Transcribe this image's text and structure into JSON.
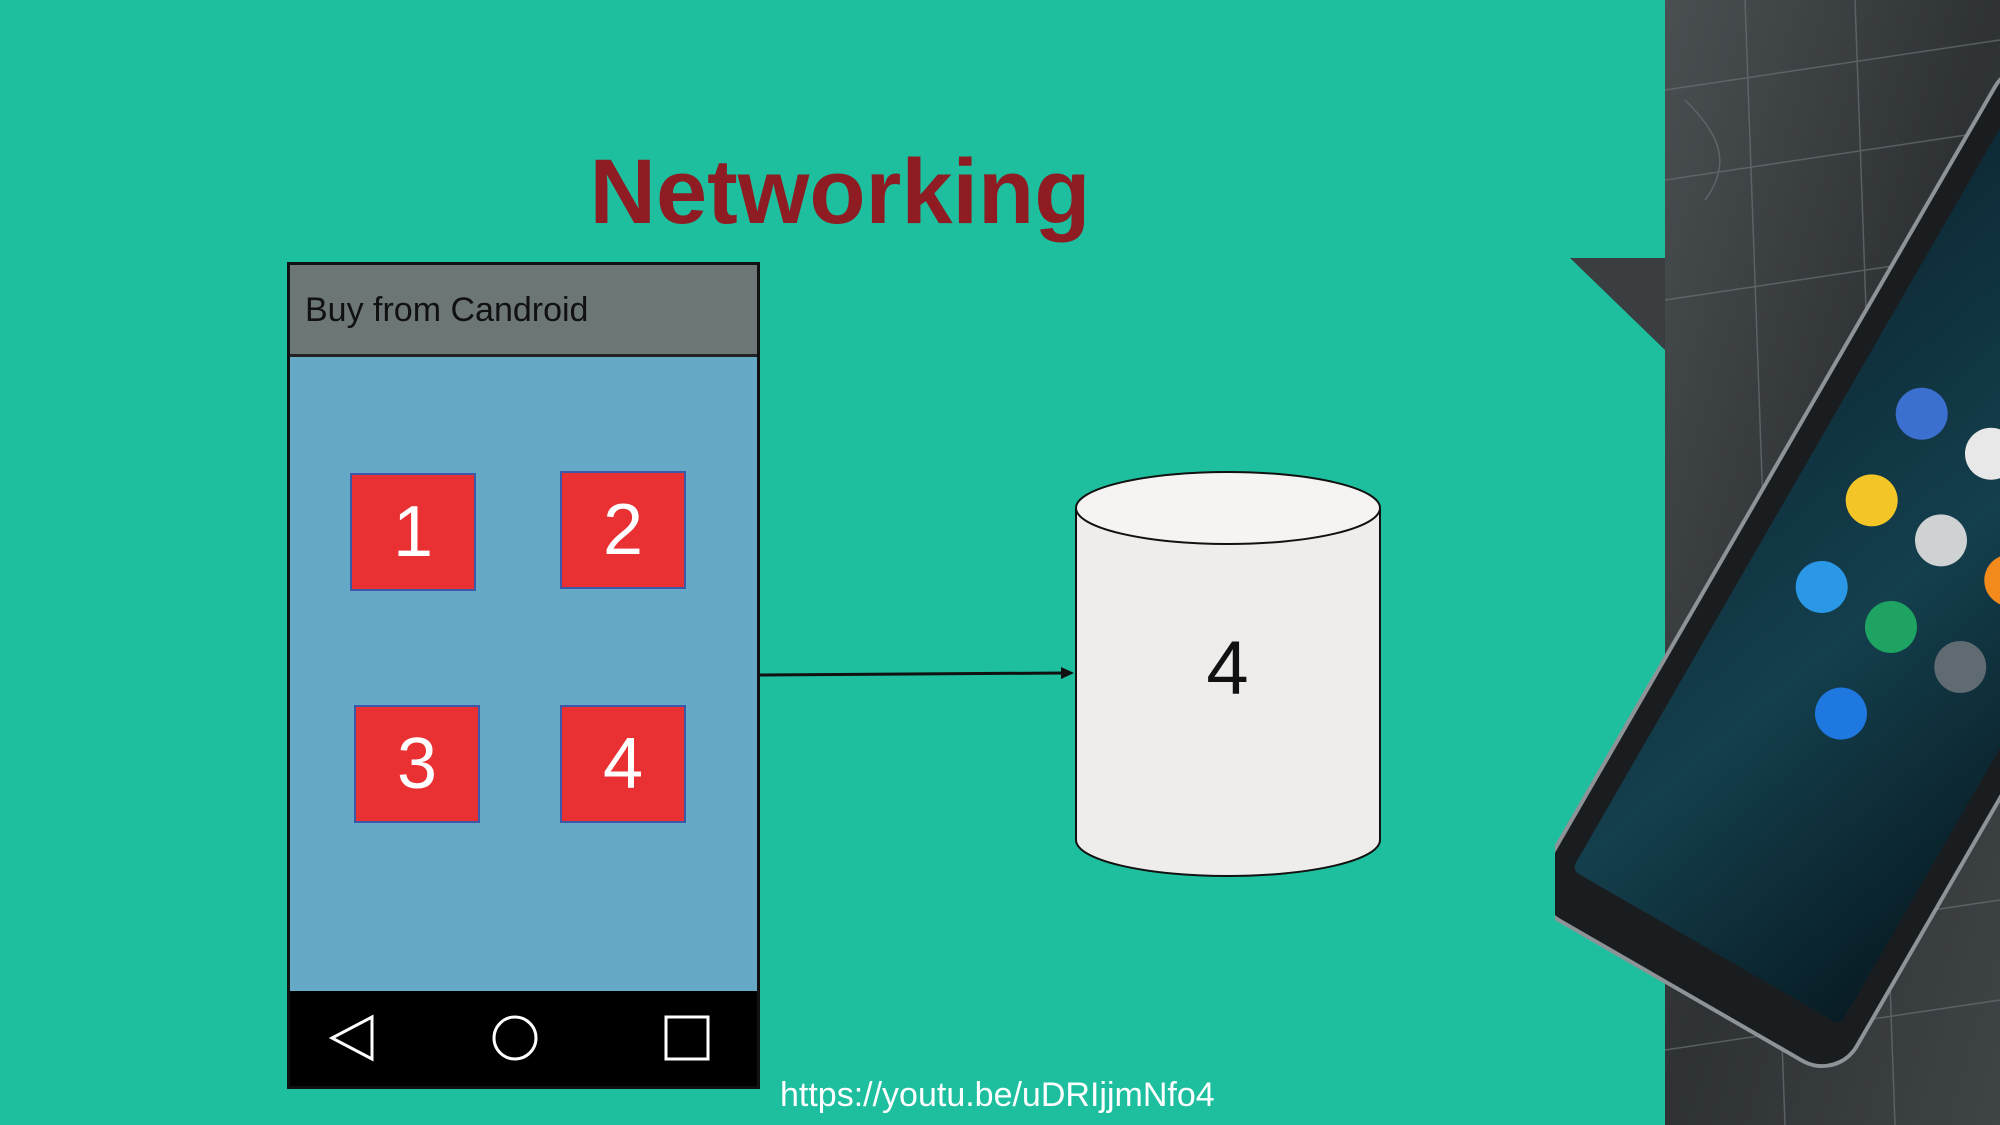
{
  "title": "Networking",
  "phone": {
    "header_title": "Buy from Candroid",
    "tiles": [
      "1",
      "2",
      "3",
      "4"
    ],
    "nav_icons": [
      "back-triangle-icon",
      "home-circle-icon",
      "recents-square-icon"
    ]
  },
  "database": {
    "label": "4"
  },
  "link": "https://youtu.be/uDRIjjmNfo4",
  "colors": {
    "background": "#1dbf9f",
    "title": "#8e1c22",
    "phone_body": "#66a9c7",
    "phone_header": "#6c7677",
    "tile": "#e93134",
    "database_fill": "#efedeb"
  }
}
